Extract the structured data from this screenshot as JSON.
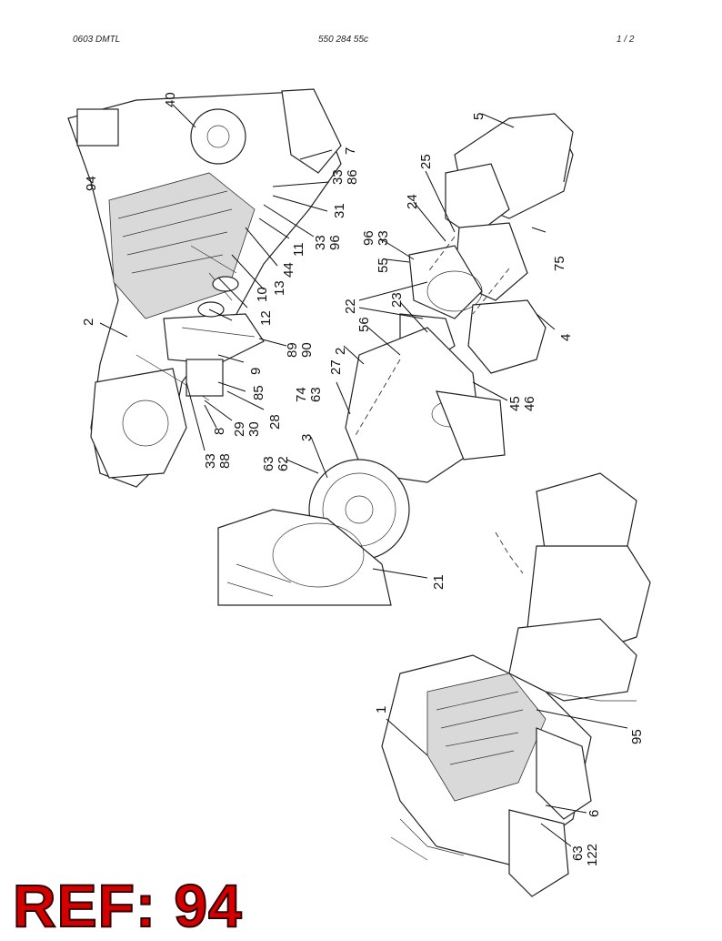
{
  "header": {
    "left": "0603 DMTL",
    "center": "550 284 55c",
    "page": "1 /  2"
  },
  "stamp": "REF: 94",
  "callouts": [
    "40",
    "7",
    "33",
    "86",
    "31",
    "33",
    "96",
    "11",
    "44",
    "13",
    "10",
    "12",
    "89",
    "90",
    "9",
    "85",
    "28",
    "29",
    "30",
    "8",
    "33",
    "88",
    "94",
    "2",
    "5",
    "25",
    "24",
    "96",
    "33",
    "55",
    "75",
    "22",
    "23",
    "56",
    "4",
    "2",
    "27",
    "74",
    "63",
    "45",
    "46",
    "3",
    "63",
    "62",
    "21",
    "1",
    "95",
    "6",
    "63",
    "122"
  ]
}
